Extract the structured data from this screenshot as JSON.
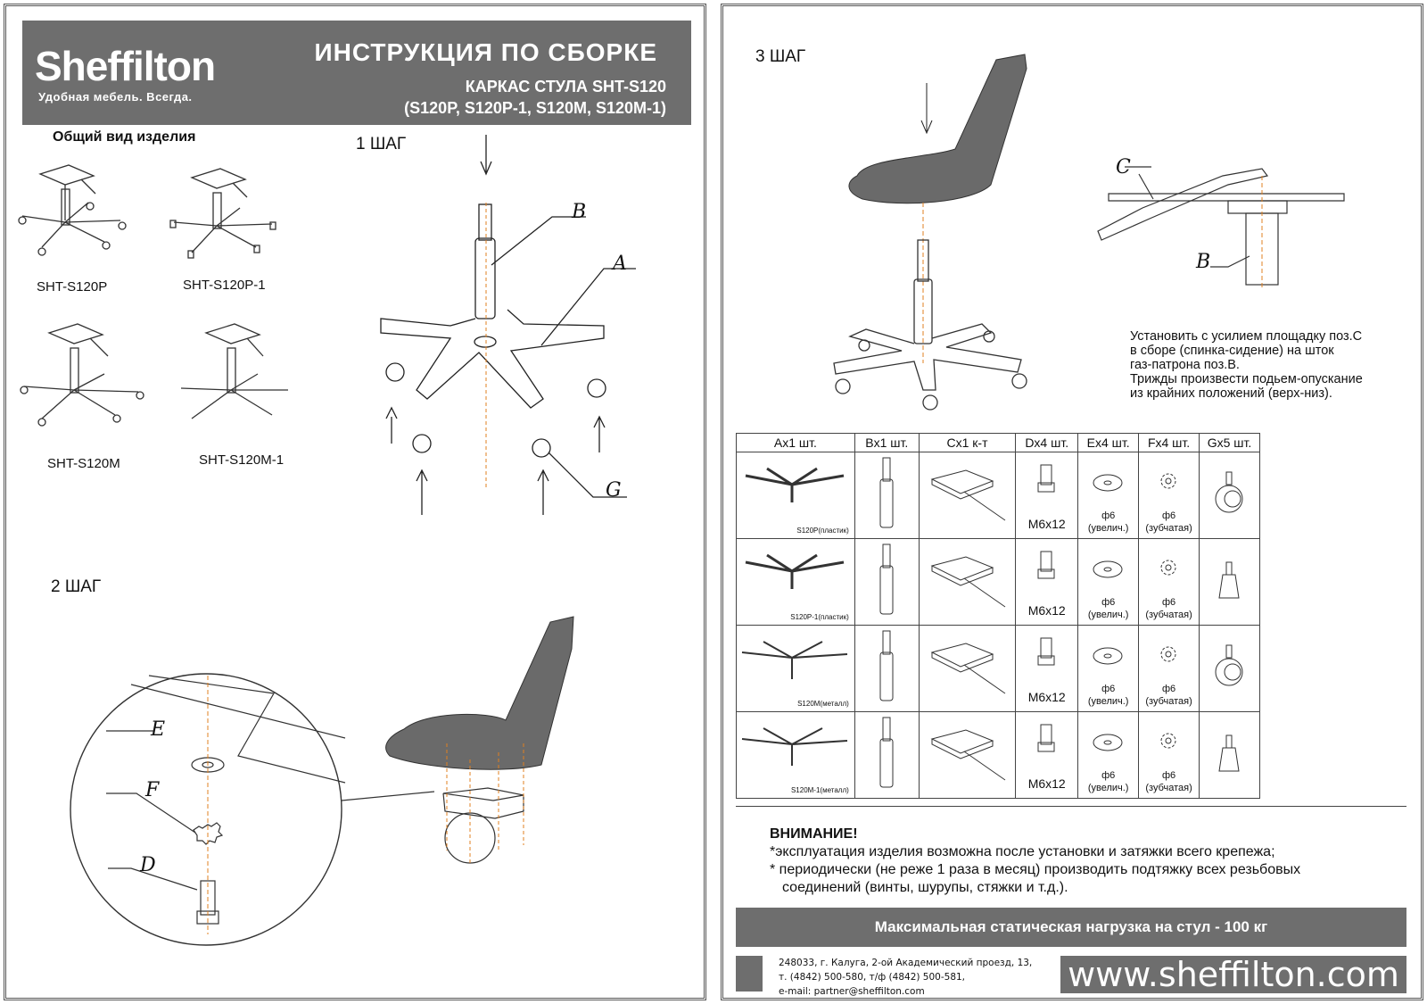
{
  "header": {
    "brand": "Sheffilton",
    "slogan": "Удобная мебель. Всегда.",
    "title": "ИНСТРУКЦИЯ ПО СБОРКЕ",
    "subtitle_line1": "КАРКАС СТУЛА SHT-S120",
    "subtitle_line2": "(S120P, S120P-1, S120M, S120M-1)"
  },
  "overview": {
    "heading": "Общий вид изделия",
    "models": [
      "SHT-S120P",
      "SHT-S120P-1",
      "SHT-S120M",
      "SHT-S120M-1"
    ]
  },
  "steps": {
    "step1": "1 ШАГ",
    "step2": "2 ШАГ",
    "step3": "3 ШАГ"
  },
  "labels": {
    "a": "A",
    "b": "B",
    "c": "C",
    "d": "D",
    "e": "E",
    "f": "F",
    "g": "G"
  },
  "instruction": {
    "line1": "Установить с усилием площадку поз.С",
    "line2": "в сборе (спинка-сидение) на шток",
    "line3": "газ-патрона поз.В.",
    "line4": "Трижды произвести подьем-опускание",
    "line5": "из крайних положений (верх-низ)."
  },
  "parts_table": {
    "headers": [
      "Ax1 шт.",
      "Bx1 шт.",
      "Cx1 к-т",
      "Dx4 шт.",
      "Ex4 шт.",
      "Fx4 шт.",
      "Gx5 шт."
    ],
    "rows": [
      {
        "base": "S120P(пластик)",
        "bolt": "M6x12",
        "washer": "ф6",
        "washer_note": "(увелич.)",
        "lock": "ф6",
        "lock_note": "(зубчатая)"
      },
      {
        "base": "S120P-1(пластик)",
        "bolt": "M6x12",
        "washer": "ф6",
        "washer_note": "(увелич.)",
        "lock": "ф6",
        "lock_note": "(зубчатая)"
      },
      {
        "base": "S120M(металл)",
        "bolt": "M6x12",
        "washer": "ф6",
        "washer_note": "(увелич.)",
        "lock": "ф6",
        "lock_note": "(зубчатая)"
      },
      {
        "base": "S120M-1(металл)",
        "bolt": "M6x12",
        "washer": "ф6",
        "washer_note": "(увелич.)",
        "lock": "ф6",
        "lock_note": "(зубчатая)"
      }
    ]
  },
  "warning": {
    "title": "ВНИМАНИЕ!",
    "line1": "*эксплуатация изделия возможна после установки и затяжки всего крепежа;",
    "line2": "* периодически (не реже 1 раза в месяц) производить подтяжку всех резьбовых",
    "line3": "соединений (винты, шурупы, стяжки и т.д.)."
  },
  "max_load": "Максимальная статическая нагрузка на стул - 100 кг",
  "address": {
    "line1": "248033, г. Калуга, 2-ой Академический проезд, 13,",
    "line2": "т. (4842) 500-580, т/ф (4842) 500-581,",
    "line3": "e-mail: partner@sheffilton.com"
  },
  "website": "www.sheffilton.com",
  "colors": {
    "band": "#6e6e6e",
    "seat": "#6a6a6a",
    "axis": "#e08020"
  }
}
